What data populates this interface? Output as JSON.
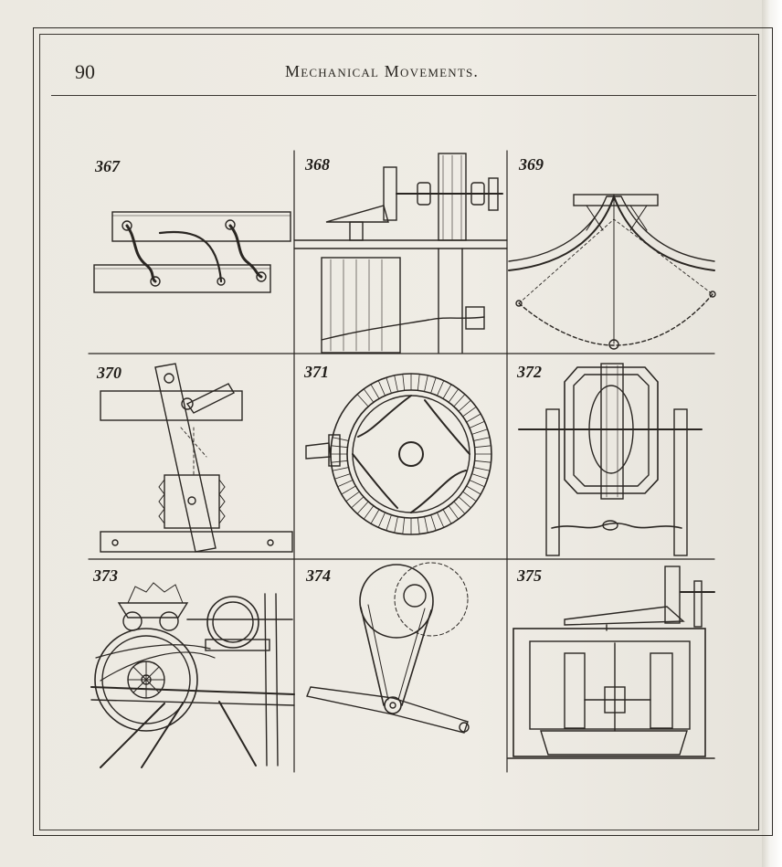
{
  "header": {
    "page_number": "90",
    "running_title": "Mechanical Movements."
  },
  "figures": [
    {
      "number": "367",
      "subject": "parallel-links"
    },
    {
      "number": "368",
      "subject": "bevel-gear-drum"
    },
    {
      "number": "369",
      "subject": "pendulum-arc"
    },
    {
      "number": "370",
      "subject": "lever-ratchet"
    },
    {
      "number": "371",
      "subject": "crown-wheel"
    },
    {
      "number": "372",
      "subject": "bevel-frame"
    },
    {
      "number": "373",
      "subject": "carriage-wheel"
    },
    {
      "number": "374",
      "subject": "belt-lever"
    },
    {
      "number": "375",
      "subject": "gear-press"
    }
  ]
}
